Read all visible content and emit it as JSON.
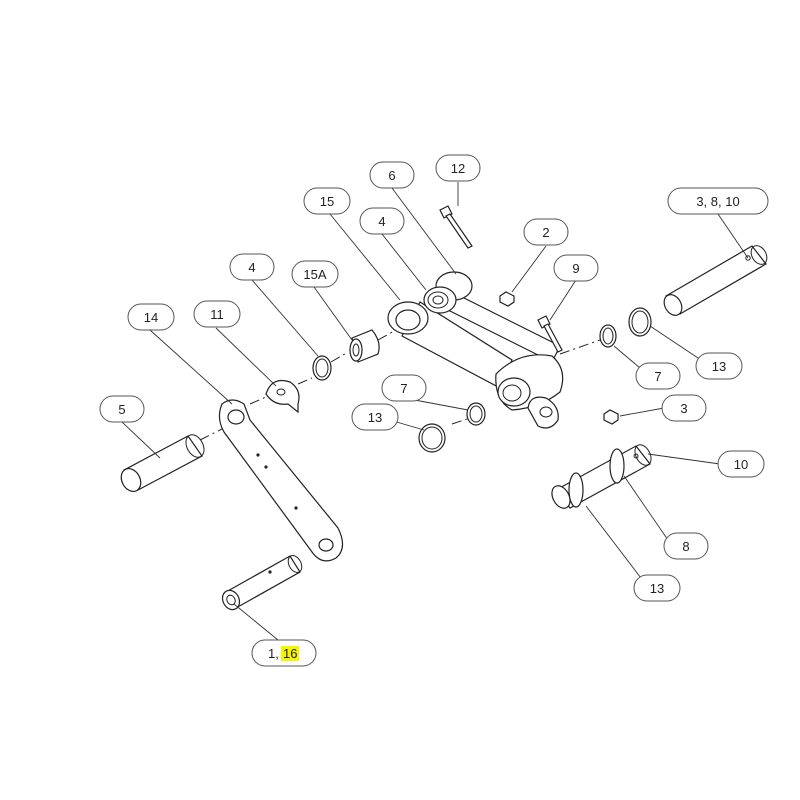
{
  "callouts": {
    "c12": "12",
    "c6": "6",
    "c15": "15",
    "c4a": "4",
    "c2": "2",
    "c9": "9",
    "c38_10": "3, 8, 10",
    "c4b": "4",
    "c15a": "15A",
    "c14": "14",
    "c11": "11",
    "c5": "5",
    "c7a": "7",
    "c7b": "7",
    "c13a": "13",
    "c13b": "13",
    "c13c": "13",
    "c3": "3",
    "c10": "10",
    "c8": "8",
    "c1_prefix": "1,",
    "c1_highlight": "16"
  },
  "colors": {
    "highlight": "#f5f500",
    "line": "#222222",
    "bubble_border": "#555555"
  }
}
